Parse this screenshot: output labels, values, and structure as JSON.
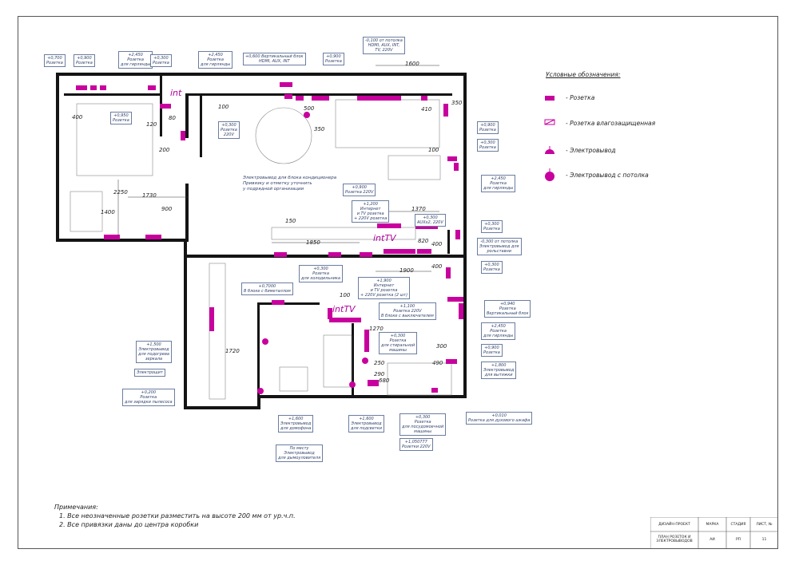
{
  "legend": {
    "title": "Условные обозначения:",
    "items": [
      {
        "icon": "socket-icon",
        "label": "- Розетка"
      },
      {
        "icon": "waterproof-socket-icon",
        "label": "- Розетка влагозащищенная"
      },
      {
        "icon": "wall-outlet-icon",
        "label": "- Электровывод"
      },
      {
        "icon": "ceiling-outlet-icon",
        "label": "- Электровывод с потолка"
      }
    ]
  },
  "notes": {
    "title": "Примечания:",
    "items": [
      "1.    Все неозначенные розетки разместить на высоте 200 мм от ур.ч.п.",
      "2.    Все привязки даны до центра коробки"
    ]
  },
  "title_block": {
    "project": "ДИЗАЙН-ПРОЕКТ",
    "mark_header": "МАРКА",
    "stage_header": "СТАДИЯ",
    "sheet_header": "ЛИСТ, №",
    "sheet_name": "ПЛАН РОЗЕТОК И ЭЛЕКТРОВЫВОДОВ",
    "mark": "АИ",
    "stage": "РП",
    "sheet": "11"
  },
  "accent_color": "#c8009e",
  "int_labels": [
    "int",
    "intTV",
    "intTV"
  ],
  "ac_note": "Электровывод для блока кондиционера\nПривязку и отметку уточнить\nу подрядной организации",
  "callouts": [
    {
      "text": "+0,700\nРозетка"
    },
    {
      "text": "+0,900\nРозетка"
    },
    {
      "text": "+2,450\nРозетка\nдля гирлянды"
    },
    {
      "text": "+0,300\nРозетка"
    },
    {
      "text": "+0,950\nРозетка"
    },
    {
      "text": "+2,450\nРозетка\nдля гирлянды"
    },
    {
      "text": "+0,600 Вертикальный блок\nHDMI, AUX, INT"
    },
    {
      "text": "+0,900\nРозетка"
    },
    {
      "text": "-0,100 от потолка\nHDMI, AUX, INT,\nTV, 220V"
    },
    {
      "text": "+0,300\nРозетка\n220V"
    },
    {
      "text": "+0,900\nРозетка"
    },
    {
      "text": "+0,300\nРозетка"
    },
    {
      "text": "+2,450\nРозетка\nдля гирлянды"
    },
    {
      "text": "+0,900\nРозетка 220V"
    },
    {
      "text": "+1,200\nИнтернет\nи TV розетка\n+ 220V розетка"
    },
    {
      "text": "+0,300\nAUXx2, 220V"
    },
    {
      "text": "+0,300\nРозетка"
    },
    {
      "text": "-0,300 от потолка\nЭлектровывод для\nрольставни"
    },
    {
      "text": "+0,300\nРозетка"
    },
    {
      "text": "+0,300\nРозетка\nдля холодильника"
    },
    {
      "text": "+0,7000\nВ блоке с биметаллом"
    },
    {
      "text": "+1,900\nИнтернет\nи TV розетка\n+ 220V розетка (2 шт)"
    },
    {
      "text": "+1,100\nРозетка 220V\nВ блоке с выключателем"
    },
    {
      "text": "+0,940\nРозетка\nВертикальный блок"
    },
    {
      "text": "+2,450\nРозетка\nдля гирлянды"
    },
    {
      "text": "+0,300\nРозетка\nдля стиральной\nмашины"
    },
    {
      "text": "+1,500\nЭлектровывод\nдля подогрева\nзеркала"
    },
    {
      "text": "Электрощит"
    },
    {
      "text": "+0,900\nРозетка"
    },
    {
      "text": "+1,800\nЭлектровывод\nдля вытяжки"
    },
    {
      "text": "+0,200\nРозетка\nдля зарядки пылесоса"
    },
    {
      "text": "+1,600\nЭлектровывод\nдля домофона"
    },
    {
      "text": "+1,600\nЭлектровывод\nдля подсветки"
    },
    {
      "text": "+0,300\nРозетка\nдля посудомоечной\nмашины"
    },
    {
      "text": "+0,010\nРозетка для духового шкафа"
    },
    {
      "text": "По месту\nЭлектровывод\nдля дымоуловителя"
    },
    {
      "text": "+1,050777\nРозетки 220V"
    }
  ],
  "dimensions": [
    "400",
    "120",
    "80",
    "200",
    "2250",
    "1730",
    "1400",
    "900",
    "100",
    "500",
    "350",
    "1600",
    "410",
    "350",
    "100",
    "150",
    "1370",
    "1850",
    "820",
    "400",
    "1900",
    "400",
    "100",
    "1270",
    "300",
    "490",
    "1720",
    "250",
    "290",
    "680"
  ]
}
